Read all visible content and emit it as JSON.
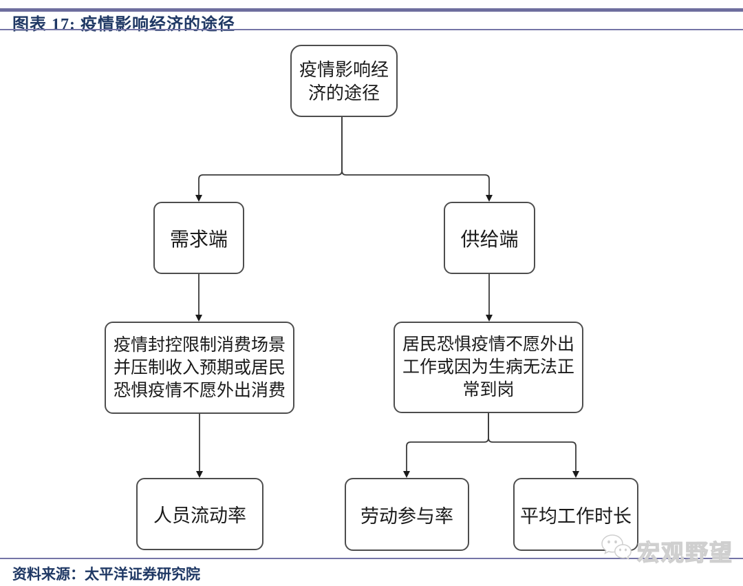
{
  "figure": {
    "title": "图表 17:  疫情影响经济的途径",
    "source": "资料来源：太平洋证券研究院"
  },
  "flowchart": {
    "nodes": {
      "root": {
        "label": "疫情影响经济的途径"
      },
      "demand": {
        "label": "需求端"
      },
      "supply": {
        "label": "供给端"
      },
      "demand_detail": {
        "label": "疫情封控限制消费场景并压制收入预期或居民恐惧疫情不愿外出消费"
      },
      "supply_detail": {
        "label": "居民恐惧疫情不愿外出工作或因为生病无法正常到岗"
      },
      "mobility": {
        "label": "人员流动率"
      },
      "participation": {
        "label": "劳动参与率"
      },
      "work_hours": {
        "label": "平均工作时长"
      }
    },
    "edges": [
      {
        "from": "root",
        "to": "demand"
      },
      {
        "from": "root",
        "to": "supply"
      },
      {
        "from": "demand",
        "to": "demand_detail"
      },
      {
        "from": "supply",
        "to": "supply_detail"
      },
      {
        "from": "demand_detail",
        "to": "mobility"
      },
      {
        "from": "supply_detail",
        "to": "participation"
      },
      {
        "from": "supply_detail",
        "to": "work_hours"
      }
    ]
  },
  "watermark": {
    "text": "宏观野望",
    "icon": "wechat-chat-bubbles-icon"
  },
  "colors": {
    "title_text": "#1F3864",
    "rule_thick": "#6E6E9E",
    "rule_thin": "#7474A6",
    "box_border": "#4D4D4D",
    "connector": "#3A3A3A",
    "box_text": "#1A1A1A",
    "watermark_text": "#FFFFFF"
  }
}
